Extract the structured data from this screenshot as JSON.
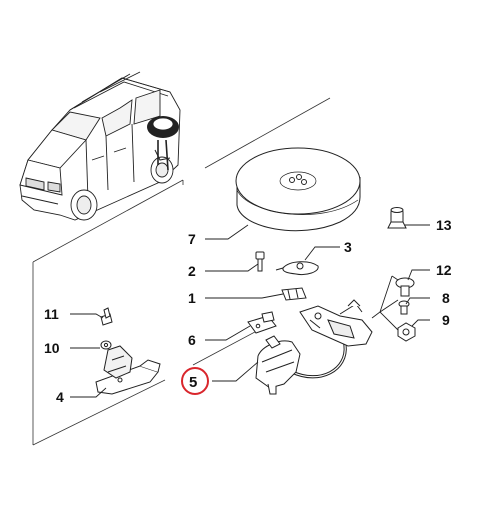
{
  "diagram": {
    "callouts": {
      "c1": "1",
      "c2": "2",
      "c3": "3",
      "c4": "4",
      "c5": "5",
      "c6": "6",
      "c7": "7",
      "c8": "8",
      "c9": "9",
      "c10": "10",
      "c11": "11",
      "c12": "12",
      "c13": "13"
    },
    "highlighted_callout": "5",
    "highlight_color": "#d9262c",
    "line_color": "#222222"
  }
}
